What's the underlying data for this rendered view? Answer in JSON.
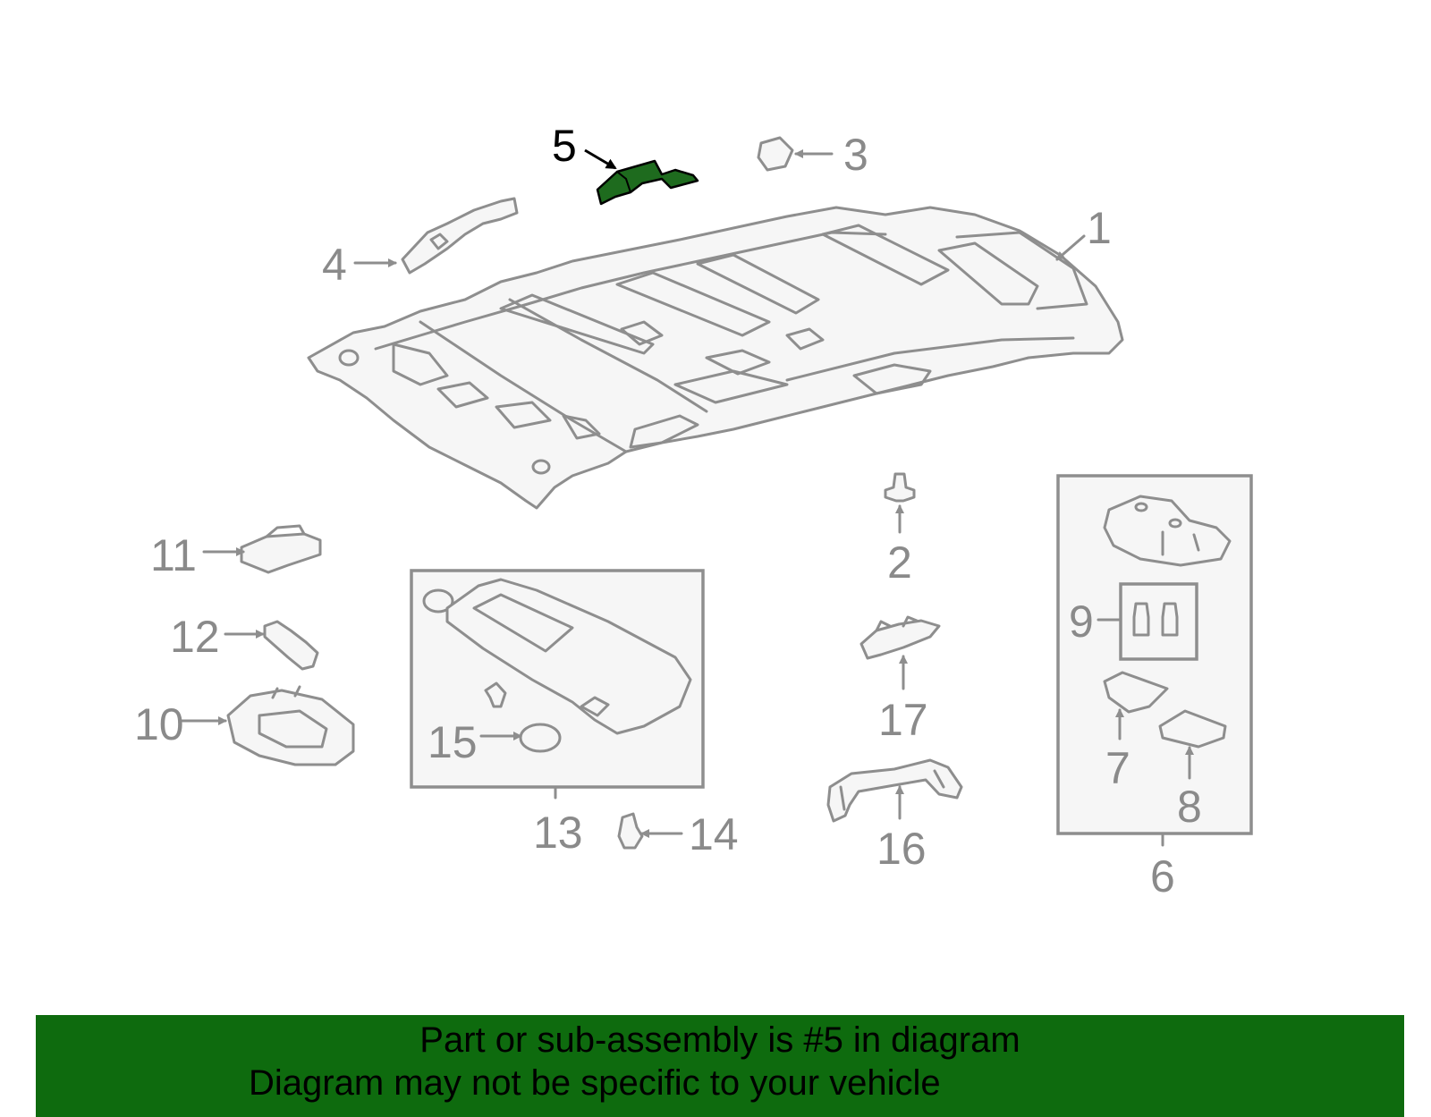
{
  "callouts": {
    "c1": "1",
    "c2": "2",
    "c3": "3",
    "c4": "4",
    "c5": "5",
    "c6": "6",
    "c7": "7",
    "c8": "8",
    "c9": "9",
    "c10": "10",
    "c11": "11",
    "c12": "12",
    "c13": "13",
    "c14": "14",
    "c15": "15",
    "c16": "16",
    "c17": "17"
  },
  "highlighted_part": "5",
  "colors": {
    "highlight": "#1e6b1e",
    "banner": "#0e6b0e",
    "line": "#8e8e8e"
  },
  "banner": {
    "line1": "Part or sub-assembly is #5 in diagram",
    "line2": "Diagram may not be specific to your vehicle"
  }
}
